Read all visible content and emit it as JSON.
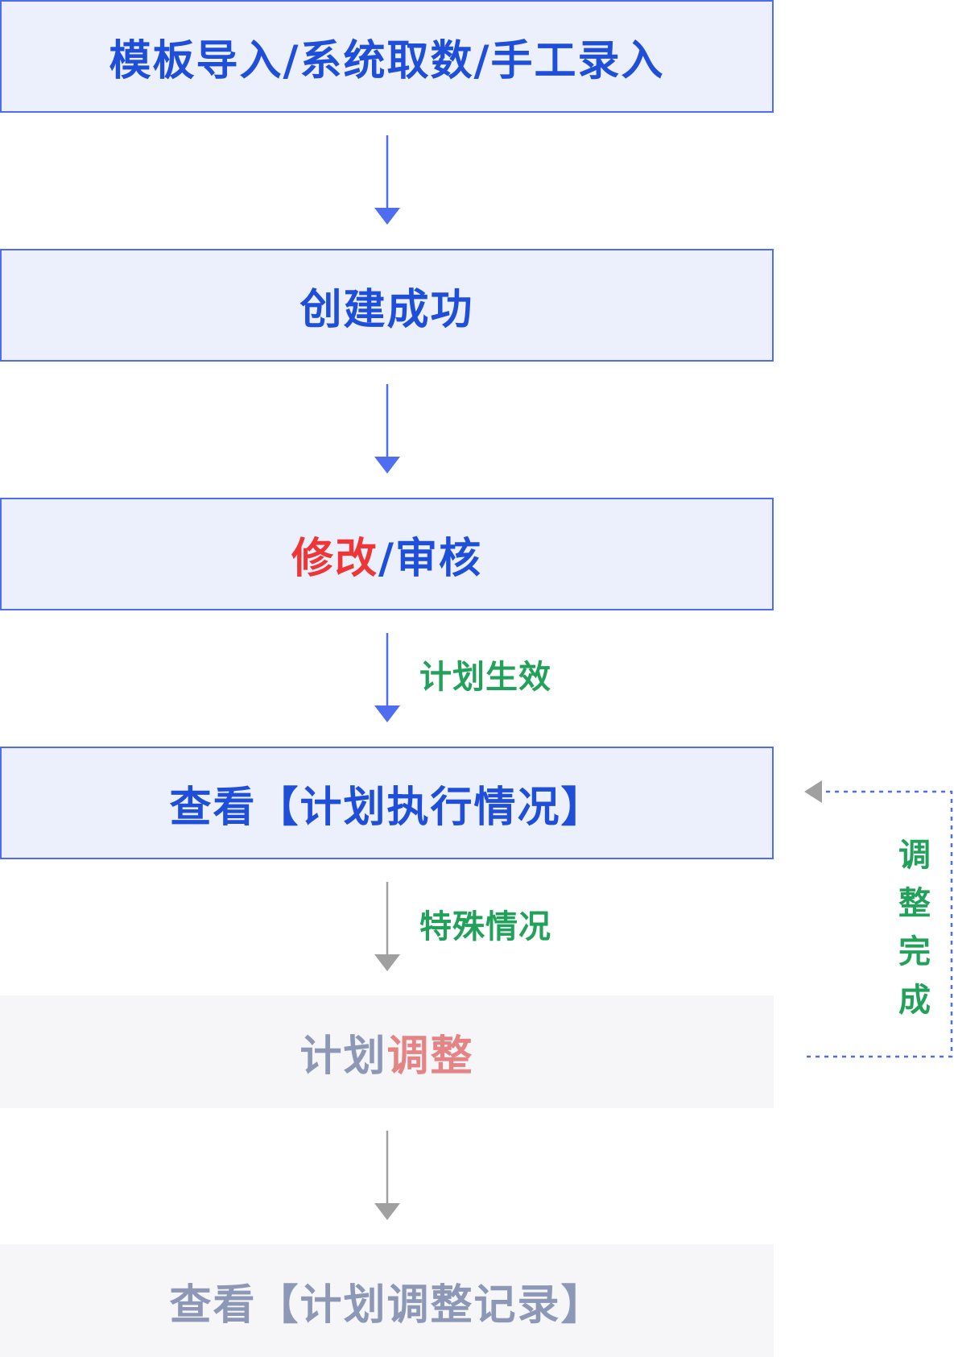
{
  "nodes": [
    {
      "text": "模板导入/系统取数/手工录入"
    },
    {
      "text": "创建成功"
    },
    {
      "part_red": "修改",
      "part_rest": "/审核"
    },
    {
      "text": "查看【计划执行情况】"
    },
    {
      "part_gray": "计划",
      "part_pink": "调整"
    },
    {
      "text": "查看【计划调整记录】"
    }
  ],
  "edges": [
    {
      "label": "计划生效"
    },
    {
      "label": "特殊情况"
    }
  ],
  "feedback": {
    "chars": [
      "调",
      "整",
      "完",
      "成"
    ]
  },
  "colors": {
    "active_fill": "#ebf0fc",
    "active_border": "#4f6df0",
    "active_text": "#1f4fd8",
    "inactive_fill": "#f6f6f8",
    "inactive_text": "#8c98b6",
    "highlight_red": "#ef3535",
    "highlight_pink": "#e58484",
    "label_green": "#22a15b",
    "arrow_blue": "#4f6df0",
    "arrow_gray": "#a0a0a0"
  }
}
